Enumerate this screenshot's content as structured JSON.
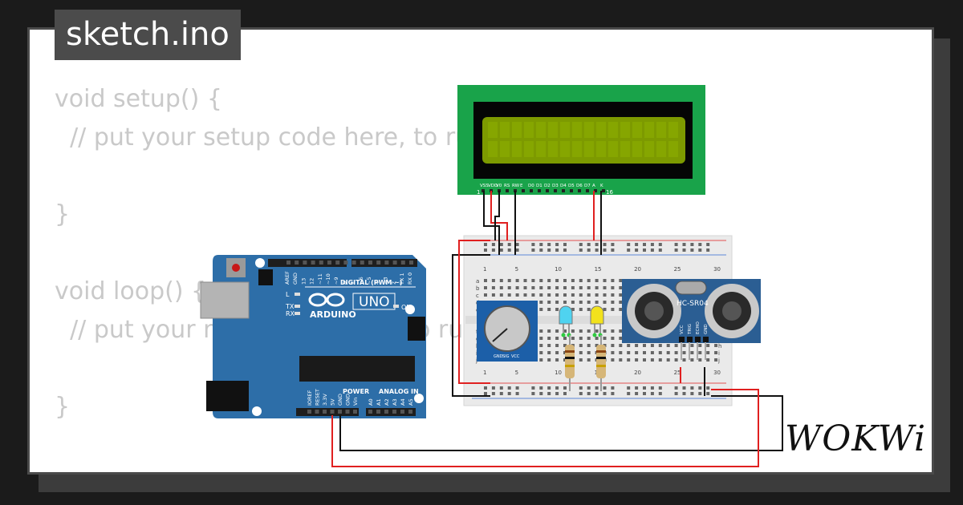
{
  "tab": {
    "filename": "sketch.ino"
  },
  "code_lines": [
    "void setup() {",
    "  // put your setup code here, to run once:",
    "",
    "}",
    "",
    "void loop() {",
    "  // put your main code here, to run repeatedly:",
    "",
    "}"
  ],
  "arduino": {
    "model": "UNO",
    "brand": "ARDUINO",
    "digital_label": "DIGITAL (PWM ~)",
    "power_label": "POWER",
    "analog_label": "ANALOG IN",
    "on_label": "ON",
    "l_label": "L",
    "tx_label": "TX",
    "rx_label": "RX",
    "top_pins": [
      "AREF",
      "GND",
      "13",
      "12",
      "~11",
      "~10",
      "~9",
      "8",
      "7",
      "~6",
      "~5",
      "4",
      "~3",
      "2",
      "TX 1",
      "RX 0"
    ],
    "power_pins": [
      "IOREF",
      "RESET",
      "3.3V",
      "5V",
      "GND",
      "GND",
      "Vin"
    ],
    "analog_pins": [
      "A0",
      "A1",
      "A2",
      "A3",
      "A4",
      "A5"
    ]
  },
  "lcd": {
    "pin_labels": [
      "VSS",
      "VDD",
      "V0",
      "RS",
      "RW",
      "E",
      "D0",
      "D1",
      "D2",
      "D3",
      "D4",
      "D5",
      "D6",
      "D7",
      "A",
      "K"
    ],
    "pin_first": "1",
    "pin_last": "16"
  },
  "breadboard": {
    "column_numbers": [
      "1",
      "5",
      "10",
      "15",
      "20",
      "25",
      "30"
    ],
    "row_letters": [
      "a",
      "b",
      "c",
      "d",
      "e",
      "f",
      "g",
      "h",
      "i",
      "j"
    ]
  },
  "ultrasonic": {
    "model": "HC-SR04",
    "pins": [
      "VCC",
      "TRIG",
      "ECHO",
      "GND"
    ]
  },
  "potentiometer": {
    "pins": [
      "GND",
      "SIG",
      "VCC"
    ]
  },
  "leds": [
    {
      "color": "#4fd3f0"
    },
    {
      "color": "#f2e21c"
    }
  ],
  "branding": {
    "logo_text": "WOKWi"
  },
  "colors": {
    "arduino_board": "#2d6ea8",
    "lcd_board": "#19a34a",
    "lcd_screen": "#7d9a00",
    "wire_red": "#e02020",
    "wire_black": "#111111"
  }
}
